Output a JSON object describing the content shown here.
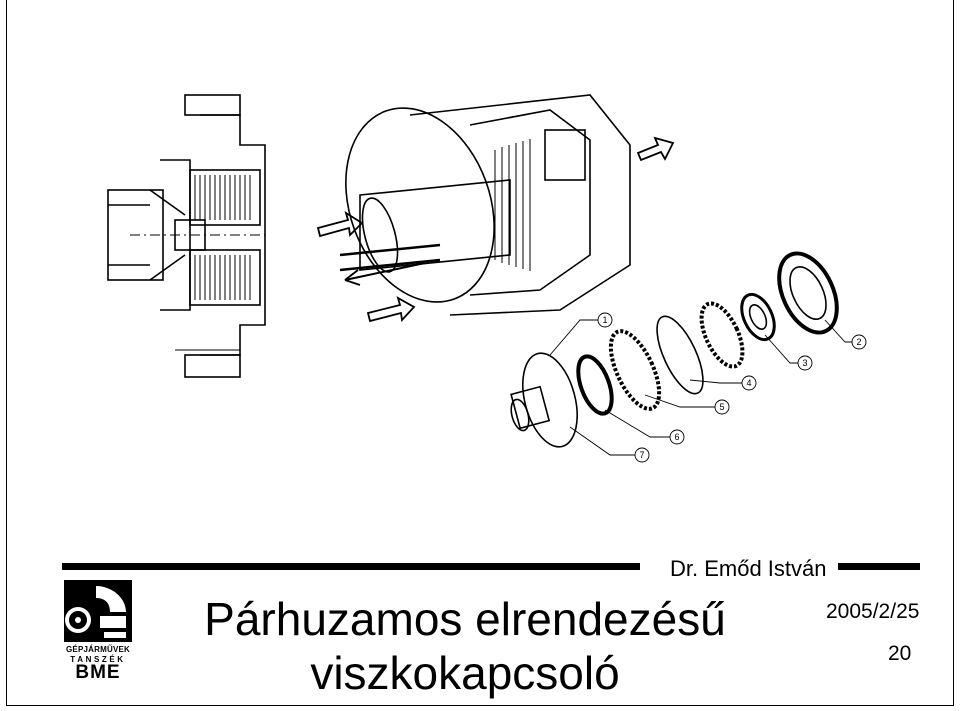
{
  "slide": {
    "author": "Dr. Emőd István",
    "title_line1": "Párhuzamos elrendezésű",
    "title_line2": "viszkokapcsoló",
    "date": "2005/2/25",
    "page_number": "20"
  },
  "logo": {
    "line1": "GÉPJÁRMŰVEK",
    "line2": "TANSZÉK",
    "line3": "BME"
  },
  "figure": {
    "callouts": [
      "1",
      "2",
      "3",
      "4",
      "5",
      "6",
      "7"
    ]
  },
  "colors": {
    "ink": "#000000",
    "paper": "#ffffff"
  }
}
